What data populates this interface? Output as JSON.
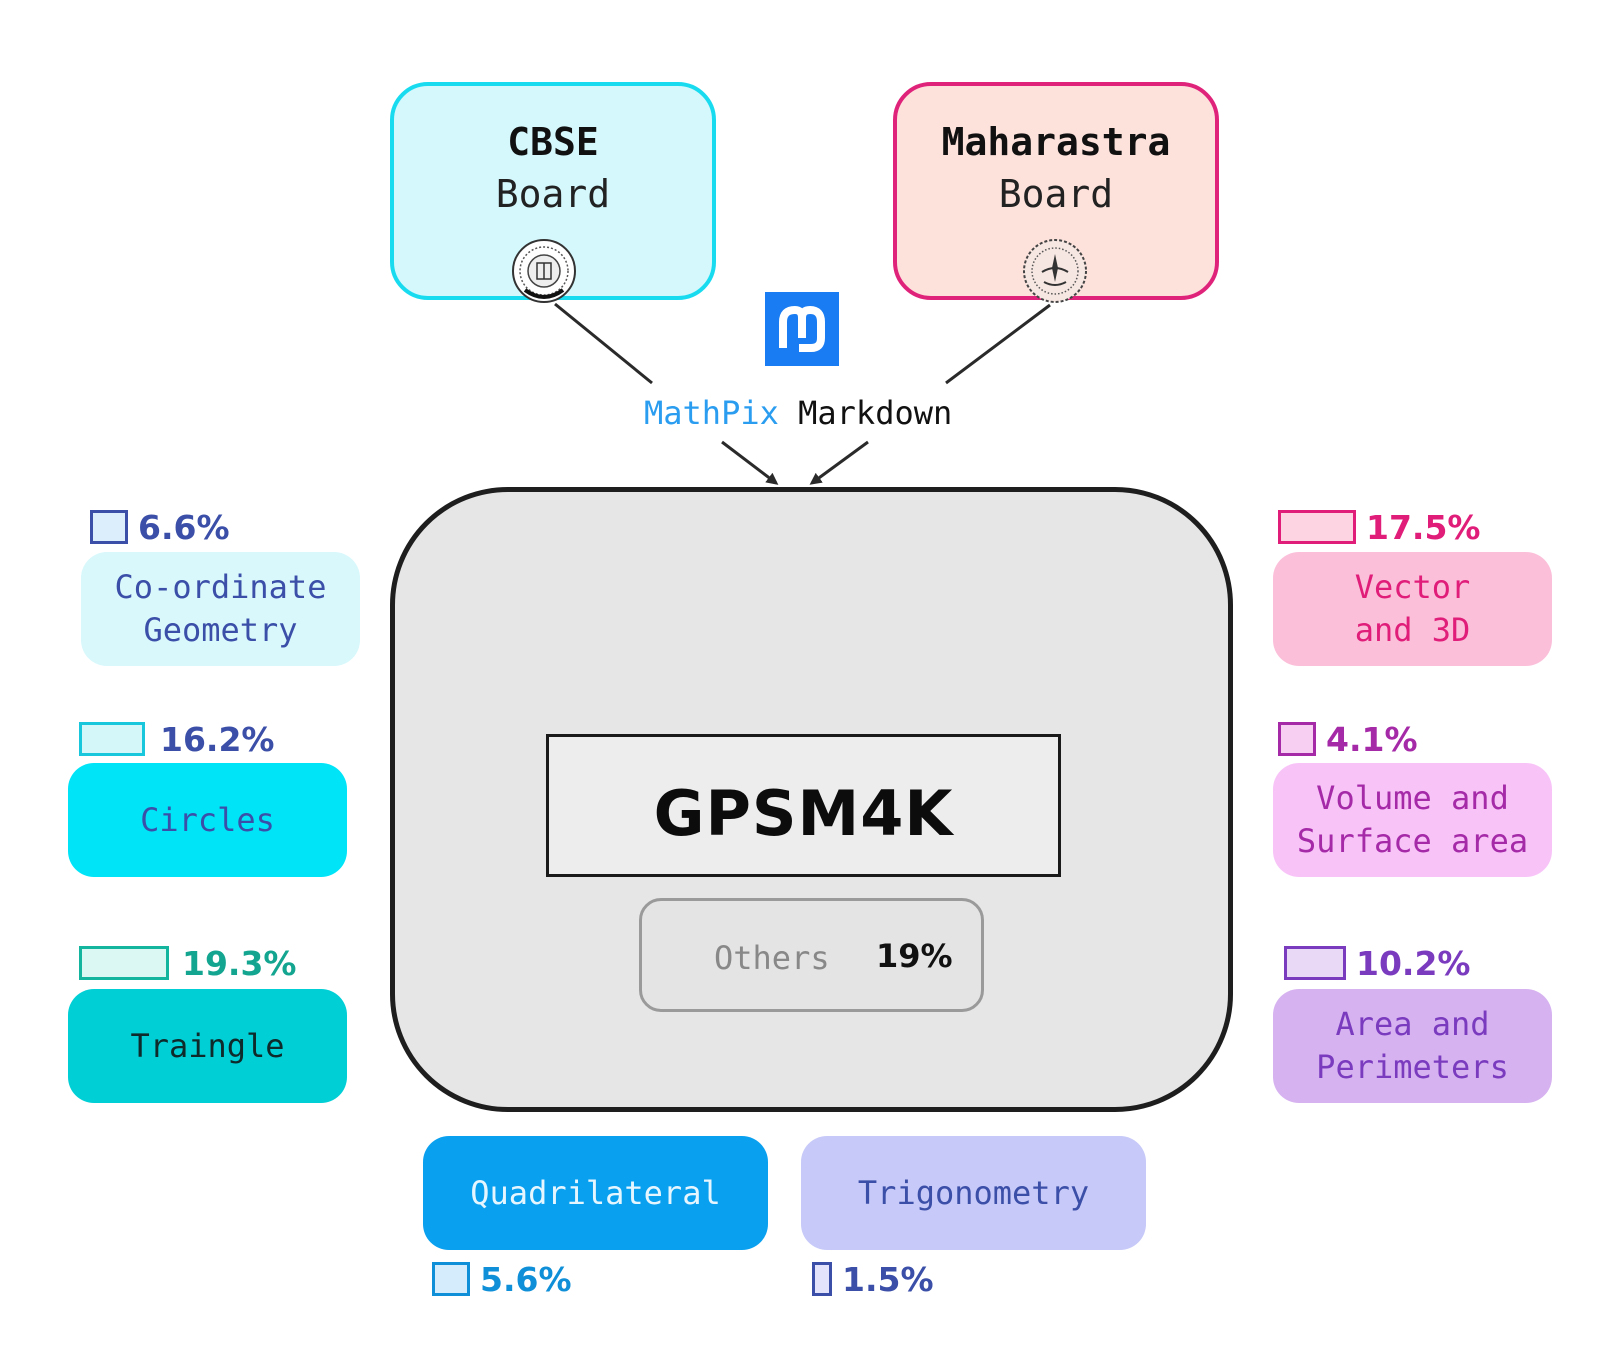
{
  "sources": {
    "cbse": {
      "title": "CBSE",
      "subtitle": "Board",
      "seal": "cbse-seal-logo"
    },
    "maharashtra": {
      "title": "Maharastra",
      "subtitle": "Board",
      "seal": "maharashtra-seal-logo"
    }
  },
  "converter": {
    "logo": "mathpix-logo",
    "name": "MathPix",
    "format": "Markdown"
  },
  "dataset": {
    "title": "GPSM4K"
  },
  "others": {
    "label": "Others",
    "value": "19%"
  },
  "categories": {
    "coordinate_geometry": {
      "line1": "Co-ordinate",
      "line2": "Geometry",
      "percent": "6.6%"
    },
    "circles": {
      "line1": "Circles",
      "percent": "16.2%"
    },
    "triangle": {
      "line1": "Traingle",
      "percent": "19.3%"
    },
    "vector_3d": {
      "line1": "Vector",
      "line2": "and 3D",
      "percent": "17.5%"
    },
    "volume_surface": {
      "line1": "Volume and",
      "line2": "Surface area",
      "percent": "4.1%"
    },
    "area_perimeters": {
      "line1": "Area and",
      "line2": "Perimeters",
      "percent": "10.2%"
    },
    "quadrilateral": {
      "line1": "Quadrilateral",
      "percent": "5.6%"
    },
    "trigonometry": {
      "line1": "Trigonometry",
      "percent": "1.5%"
    }
  },
  "colors": {
    "cyan_border": "#19dbf0",
    "pink_border": "#e0237a",
    "mathpix_blue": "#1a7cf2"
  }
}
